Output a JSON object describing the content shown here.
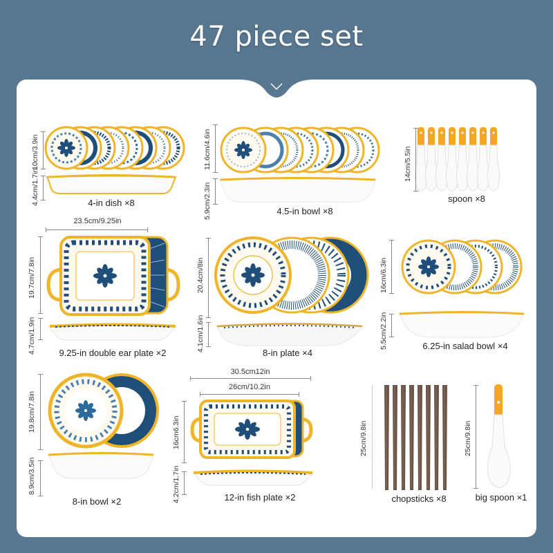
{
  "header": {
    "title": "47 piece set"
  },
  "colors": {
    "background": "#587892",
    "card": "#ffffff",
    "gold_rim": "#f0b429",
    "navy_pattern": "#1f4e7a",
    "chopstick_brown": "#6b5446",
    "spoon_handle": "#f5a623"
  },
  "items": [
    {
      "name": "4-in dish",
      "quantity_label": "×8",
      "caption": "4-in dish ×8",
      "diameter": "10cm/3.9in",
      "height": "4.4cm/1.7in"
    },
    {
      "name": "4.5-in bowl",
      "quantity_label": "×8",
      "caption": "4.5-in bowl ×8",
      "diameter": "11.6cm/4.6in",
      "height": "5.9cm/2.3in"
    },
    {
      "name": "spoon",
      "quantity_label": "×8",
      "caption": "spoon ×8",
      "length": "14cm/5.5in"
    },
    {
      "name": "9.25-in double ear plate",
      "quantity_label": "×2",
      "caption": "9.25-in double ear plate ×2",
      "width": "23.5cm/9.25in",
      "depth": "19.7cm/7.8in",
      "height": "4.7cm/1.9in"
    },
    {
      "name": "8-in plate",
      "quantity_label": "×4",
      "caption": "8-in plate ×4",
      "diameter": "20.4cm/8in",
      "height": "4.1cm/1.6in"
    },
    {
      "name": "6.25-in salad bowl",
      "quantity_label": "×4",
      "caption": "6.25-in salad bowl ×4",
      "diameter": "16cm/6.3in",
      "height": "5.5cm/2.2in"
    },
    {
      "name": "8-in bowl",
      "quantity_label": "×2",
      "caption": "8-in bowl ×2",
      "diameter": "19.8cm/7.8in",
      "height": "8.9cm/3.5in"
    },
    {
      "name": "12-in fish plate",
      "quantity_label": "×2",
      "caption": "12-in fish plate ×2",
      "outer_width": "30.5cm12in",
      "inner_width": "26cm/10.2in",
      "depth": "16cm6.3in",
      "height": "4.2cm/1.7in"
    },
    {
      "name": "chopsticks",
      "quantity_label": "×8",
      "caption": "chopsticks ×8",
      "length": "25cm/9.8in"
    },
    {
      "name": "big spoon",
      "quantity_label": "×1",
      "caption": "big spoon ×1",
      "length": "25cm/9.8in"
    }
  ]
}
